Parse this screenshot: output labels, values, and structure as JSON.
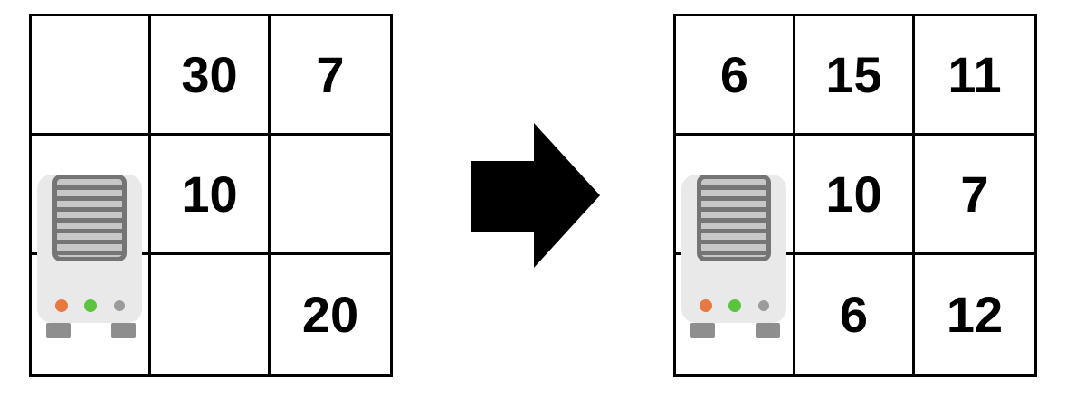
{
  "figure": {
    "description_colors": {
      "grid_line": "#000000",
      "arrow": "#000000",
      "number_text": "#000000",
      "server_body": "#e9e9e9",
      "server_vent_frame": "#757575",
      "server_vent_slats": "#c7c7c7",
      "server_led_orange": "#e8793e",
      "server_led_green": "#5ac43e",
      "server_led_gray": "#9b9b9b",
      "server_feet": "#8e8e8e"
    },
    "left_grid": {
      "cells": [
        [
          "",
          "30",
          "7"
        ],
        [
          "",
          "10",
          ""
        ],
        [
          "",
          "",
          "20"
        ]
      ]
    },
    "right_grid": {
      "cells": [
        [
          "6",
          "15",
          "11"
        ],
        [
          "",
          "10",
          "7"
        ],
        [
          "",
          "6",
          "12"
        ]
      ]
    }
  }
}
